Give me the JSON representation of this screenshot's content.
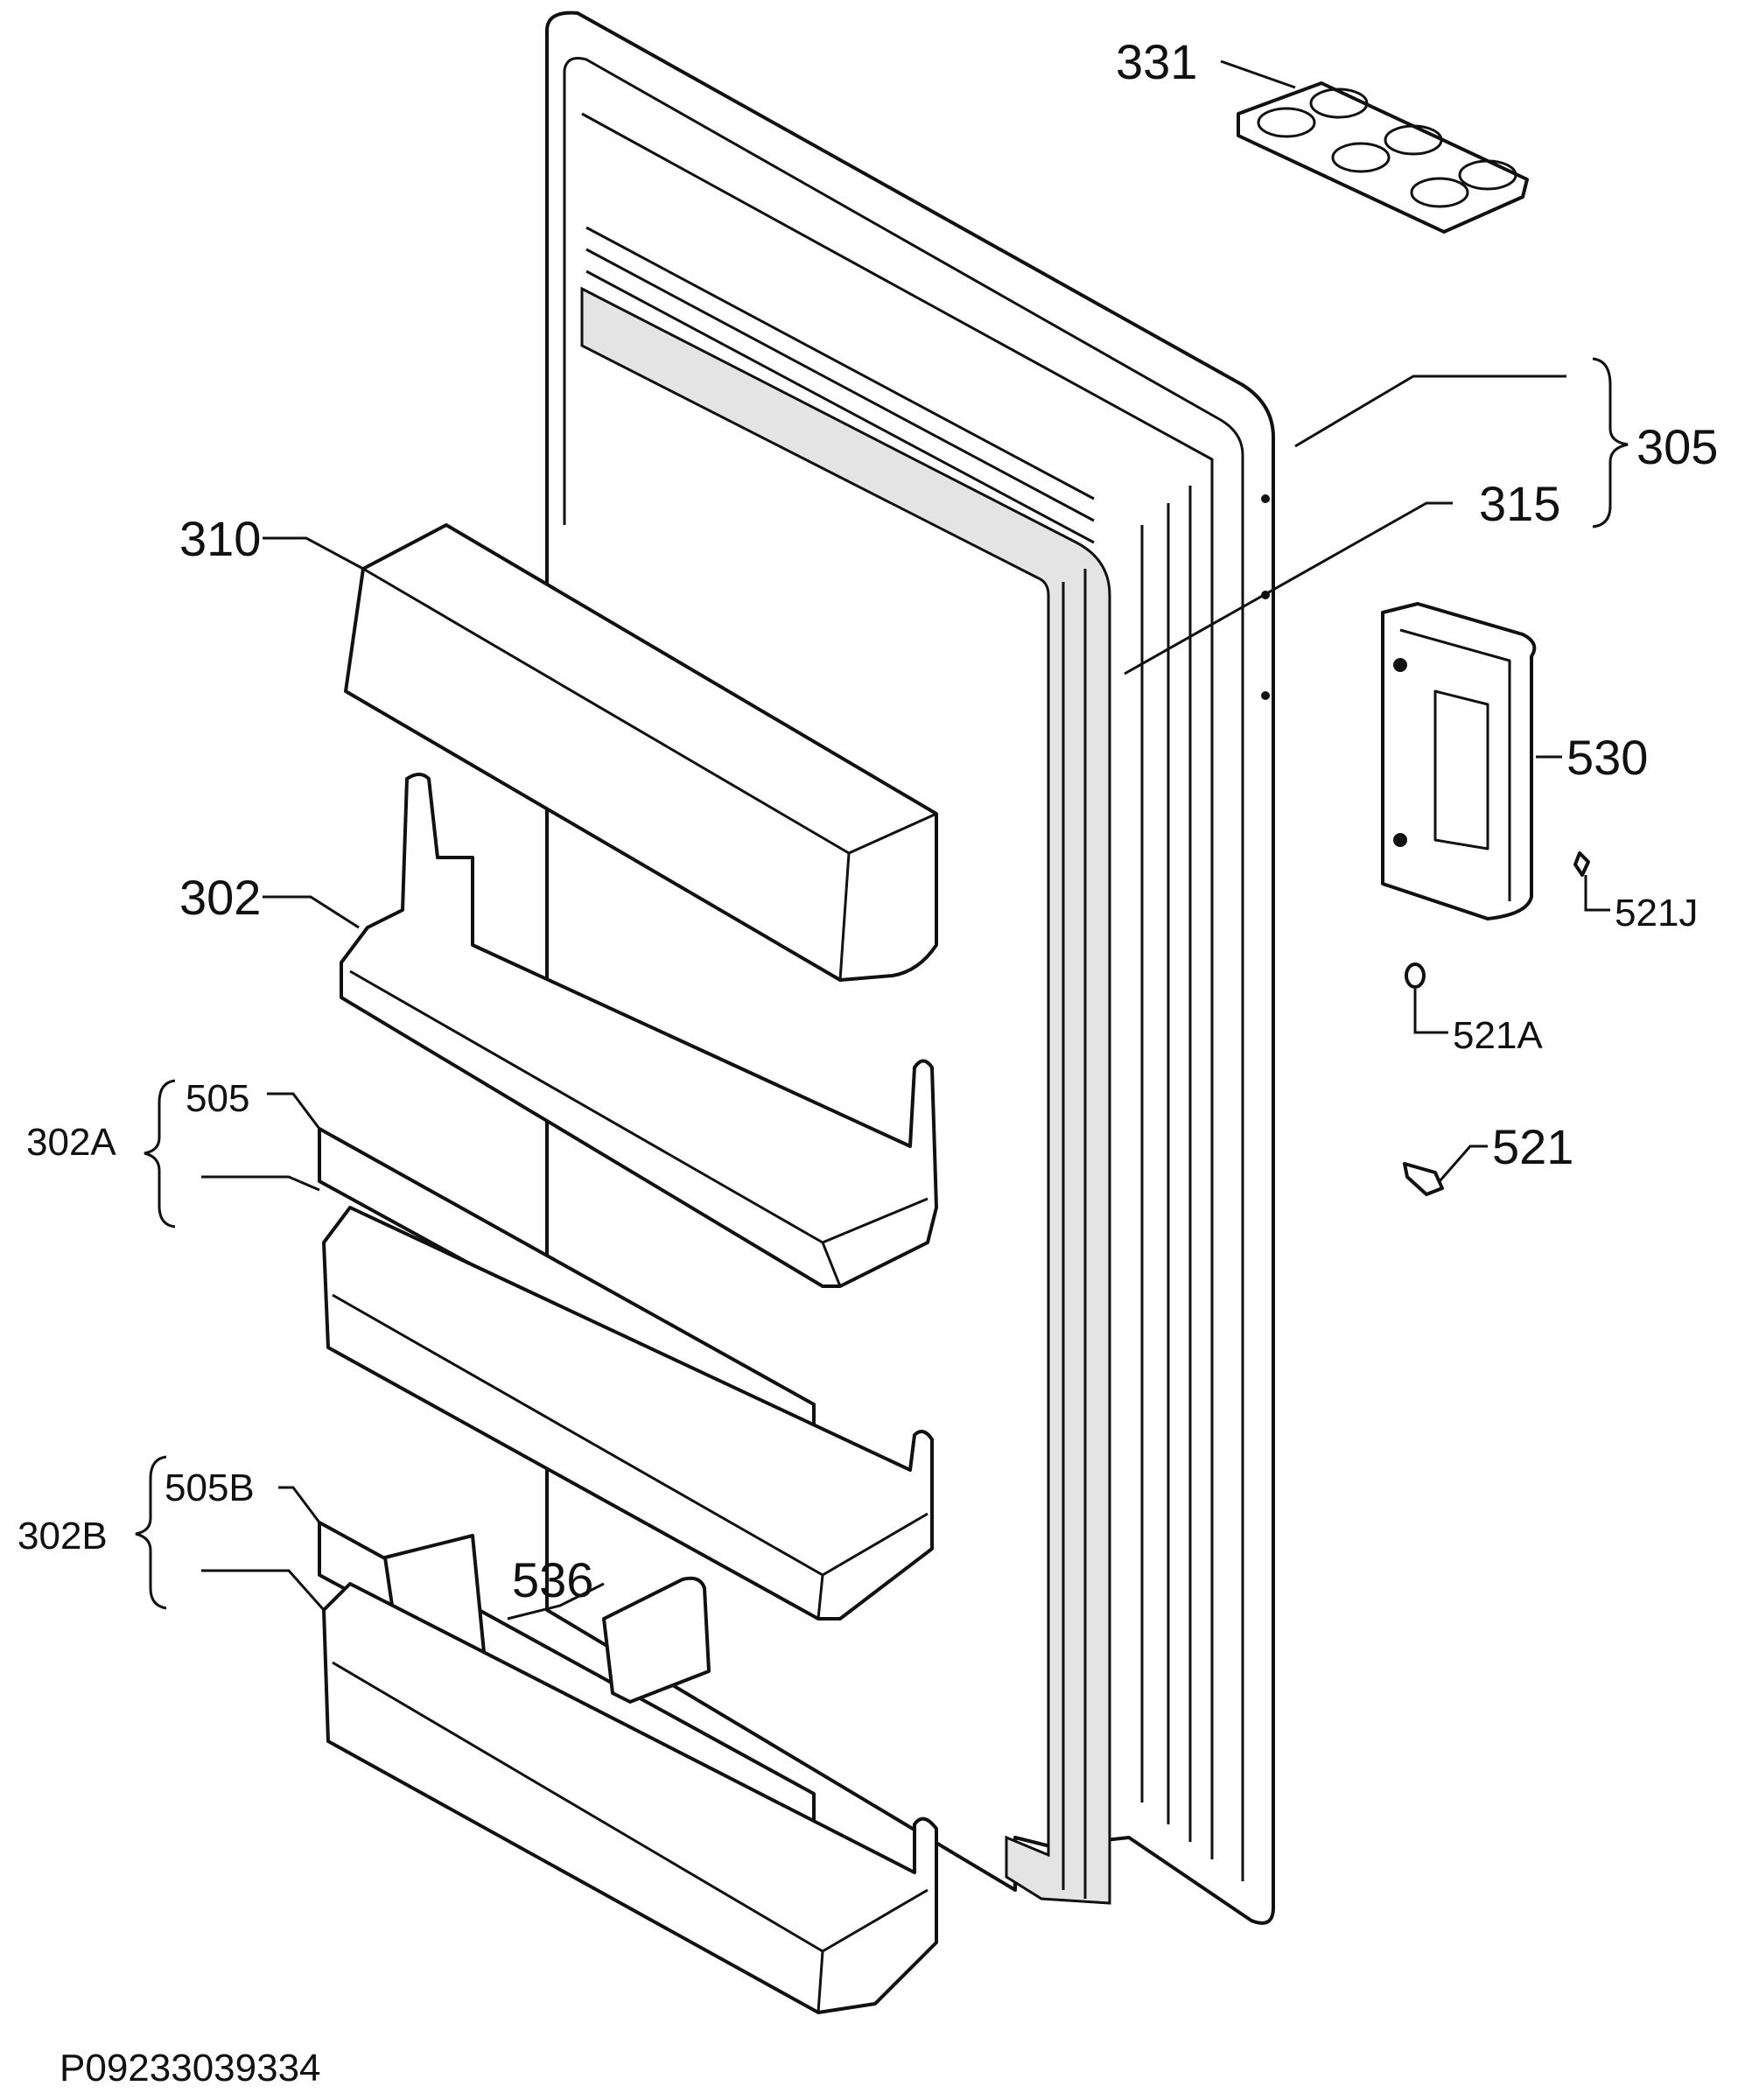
{
  "diagram": {
    "part_labels": {
      "p331": "331",
      "p305": "305",
      "p315": "315",
      "p310": "310",
      "p302": "302",
      "p530": "530",
      "p521j": "521J",
      "p521a": "521A",
      "p505": "505",
      "p302a": "302A",
      "p521": "521",
      "p505b": "505B",
      "p302b": "302B",
      "p536": "536"
    },
    "drawing_code": "P09233039334"
  },
  "colors": {
    "line": "#111111",
    "background": "#ffffff",
    "gasket": "#e4e4e4"
  }
}
